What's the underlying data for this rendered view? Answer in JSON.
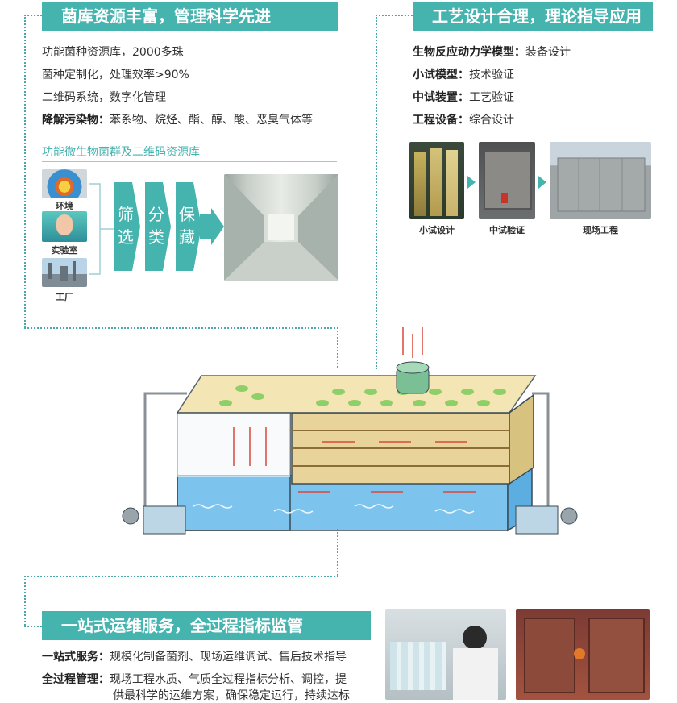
{
  "sections": {
    "strain": {
      "title": "菌库资源丰富，管理科学先进",
      "items": [
        {
          "label": "",
          "text": "功能菌种资源库，2000多珠"
        },
        {
          "label": "",
          "text": "菌种定制化，处理效率>90%"
        },
        {
          "label": "",
          "text": "二维码系统，数字化管理"
        },
        {
          "label": "降解污染物：",
          "text": "苯系物、烷烃、酯、醇、酸、恶臭气体等"
        }
      ],
      "subheading": "功能微生物菌群及二维码资源库",
      "sources": [
        "环境",
        "实验室",
        "工厂"
      ],
      "process": [
        {
          "line1": "筛",
          "line2": "选"
        },
        {
          "line1": "分",
          "line2": "类"
        },
        {
          "line1": "保",
          "line2": "藏"
        }
      ]
    },
    "design": {
      "title": "工艺设计合理，理论指导应用",
      "items": [
        {
          "label": "生物反应动力学模型：",
          "text": "装备设计"
        },
        {
          "label": "小试模型：",
          "text": "技术验证"
        },
        {
          "label": "中试装置：",
          "text": "工艺验证"
        },
        {
          "label": "工程设备：",
          "text": "综合设计"
        }
      ],
      "stages": [
        "小试设计",
        "中试验证",
        "现场工程"
      ]
    },
    "service": {
      "title": "一站式运维服务，全过程指标监管",
      "items": [
        {
          "label": "一站式服务：",
          "text": "规模化制备菌剂、现场运维调试、售后技术指导"
        },
        {
          "label": "全过程管理：",
          "text": "现场工程水质、气质全过程指标分析、调控，提"
        },
        {
          "label": "",
          "text": "供最科学的运维方案，确保稳定运行，持续达标"
        }
      ]
    }
  },
  "colors": {
    "accent": "#45b3ae",
    "dotted": "#4aa8a8",
    "water": "#7cc4ee",
    "media": "#e8d49a"
  }
}
